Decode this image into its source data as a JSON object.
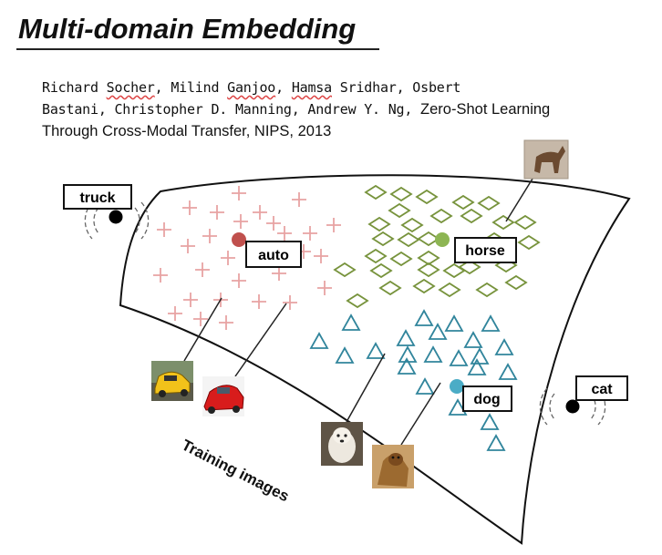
{
  "title": "Multi-domain Embedding",
  "citation": {
    "line1_part1": "Richard ",
    "line1_socher": "Socher",
    "line1_part2": ", Milind ",
    "line1_ganjoo": "Ganjoo",
    "line1_part3": ", ",
    "line1_hamsa": "Hamsa",
    "line1_part4": " Sridhar, Osbert",
    "line2_authors": "Bastani, Christopher D. Manning, Andrew Y. Ng, ",
    "line2_title": "Zero-Shot Learning",
    "line3": "Through Cross-Modal Transfer, NIPS, 2013"
  },
  "labels": {
    "truck": "truck",
    "auto": "auto",
    "horse": "horse",
    "dog": "dog",
    "cat": "cat",
    "training": "Training images"
  },
  "colors": {
    "auto": "#e8a3a3",
    "auto_dot": "#c0504d",
    "horse": "#77933c",
    "horse_dot": "#8db553",
    "dog": "#31859c",
    "dog_dot": "#4bacc6"
  }
}
